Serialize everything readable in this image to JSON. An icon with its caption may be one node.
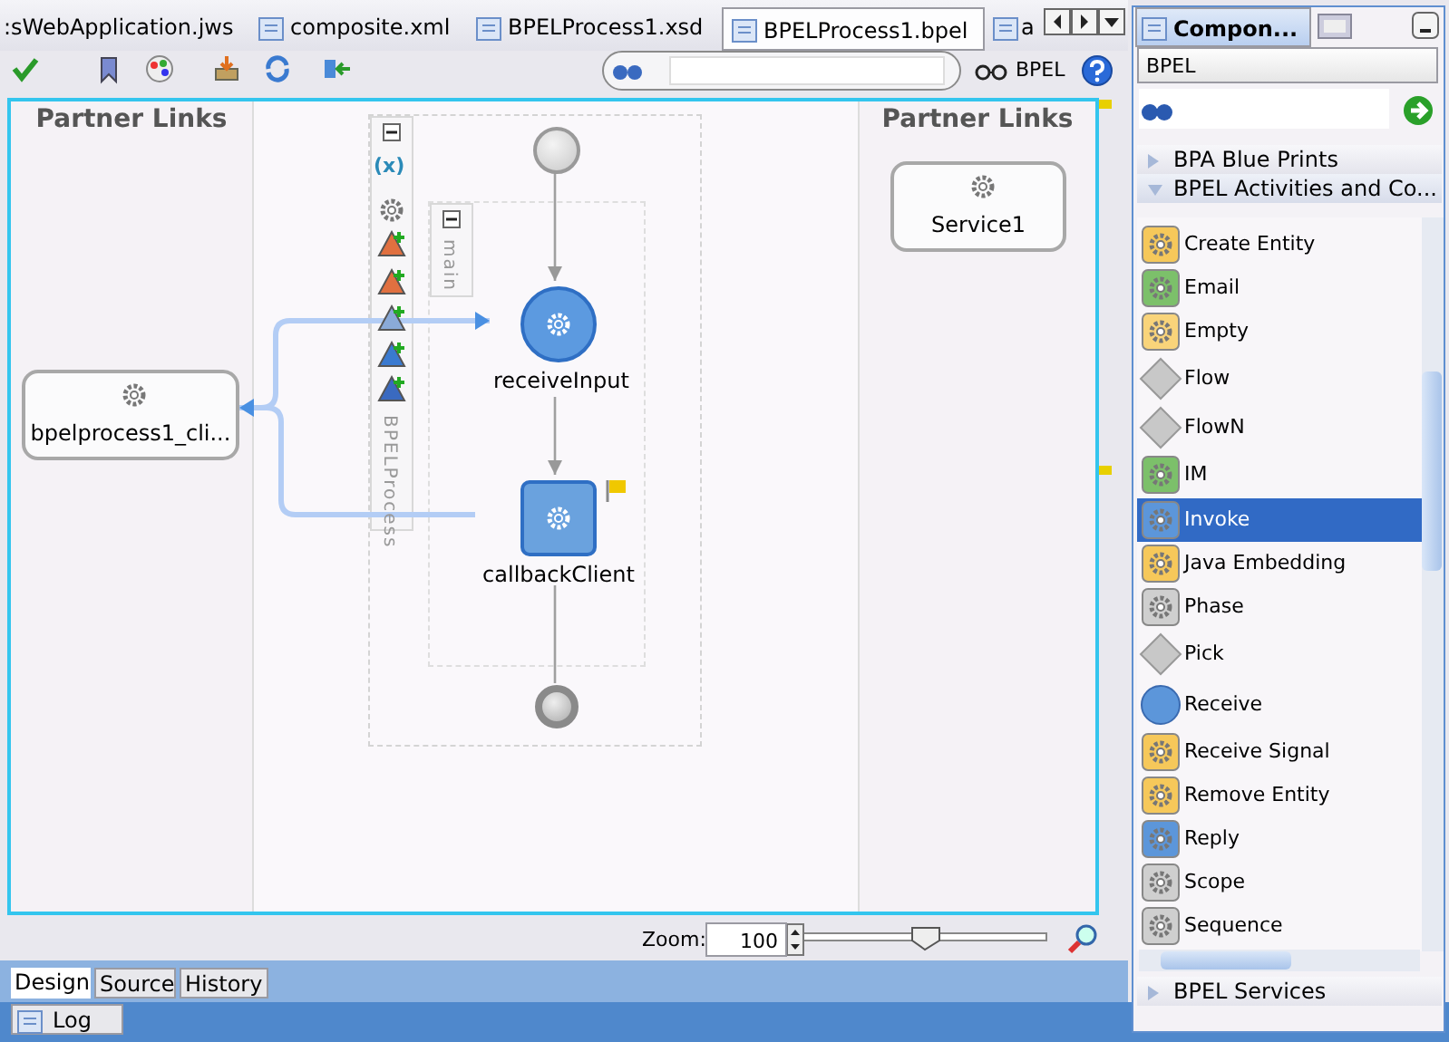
{
  "diagram": {
    "nodes": [
      {
        "text": [
          "Partner Links"
        ]
      },
      {
        "text": [
          "bpelprocess1_cli..."
        ],
        "in": 0
      },
      {
        "text": [
          "BPELProcess"
        ]
      },
      {
        "text": [],
        "shape": "circle",
        "in": 2
      },
      {
        "text": [
          "main"
        ],
        "in": 2
      },
      {
        "text": [
          "receiveInput"
        ],
        "in": 4
      },
      {
        "text": [
          "callbackClient"
        ],
        "in": 4
      },
      {
        "text": [],
        "shape": "circle",
        "in": 2
      },
      {
        "text": [
          "Partner Links"
        ]
      },
      {
        "text": [
          "Service1"
        ],
        "in": 8
      }
    ],
    "edges": [
      {
        "from": 3,
        "to": 5,
        "arrow": "to"
      },
      {
        "from": 5,
        "to": 6,
        "arrow": "to"
      },
      {
        "from": 6,
        "to": 7,
        "arrow": "none"
      },
      {
        "from": 1,
        "to": 5,
        "arrow": "to",
        "style": "thick",
        "color": "#b3cdf5"
      },
      {
        "from": 6,
        "to": 1,
        "arrow": "to",
        "style": "thick",
        "color": "#b3cdf5"
      }
    ],
    "labels": [
      ":sWebApplication.jws",
      "composite.xml",
      "BPELProcess1.xsd",
      "BPELProcess1.bpel",
      "a",
      "BPEL",
      "Compon...",
      "BPEL",
      "BPA Blue Prints",
      "BPEL Activities and Co...",
      "Create Entity",
      "Email",
      "Empty",
      "Flow",
      "FlowN",
      "IM",
      "Invoke",
      "Java Embedding",
      "Phase",
      "Pick",
      "Receive",
      "Receive Signal",
      "Remove Entity",
      "Reply",
      "Scope",
      "Sequence",
      "BPEL Services",
      "Zoom:",
      "100",
      "Design",
      "Source",
      "History",
      "Log",
      "(x)"
    ]
  }
}
